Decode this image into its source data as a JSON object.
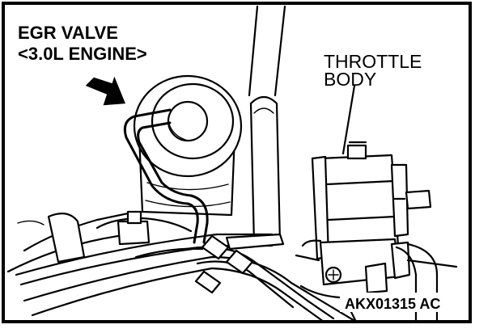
{
  "callout_left": {
    "line1": "EGR VALVE",
    "line2": "<3.0L ENGINE>"
  },
  "callout_right": {
    "line1": "THROTTLE",
    "line2": "BODY"
  },
  "figure_code": "AKX01315 AC",
  "colors": {
    "ink": "#000000",
    "paper": "#ffffff"
  },
  "icons": {
    "pointer": "solid-arrow-pointer"
  }
}
